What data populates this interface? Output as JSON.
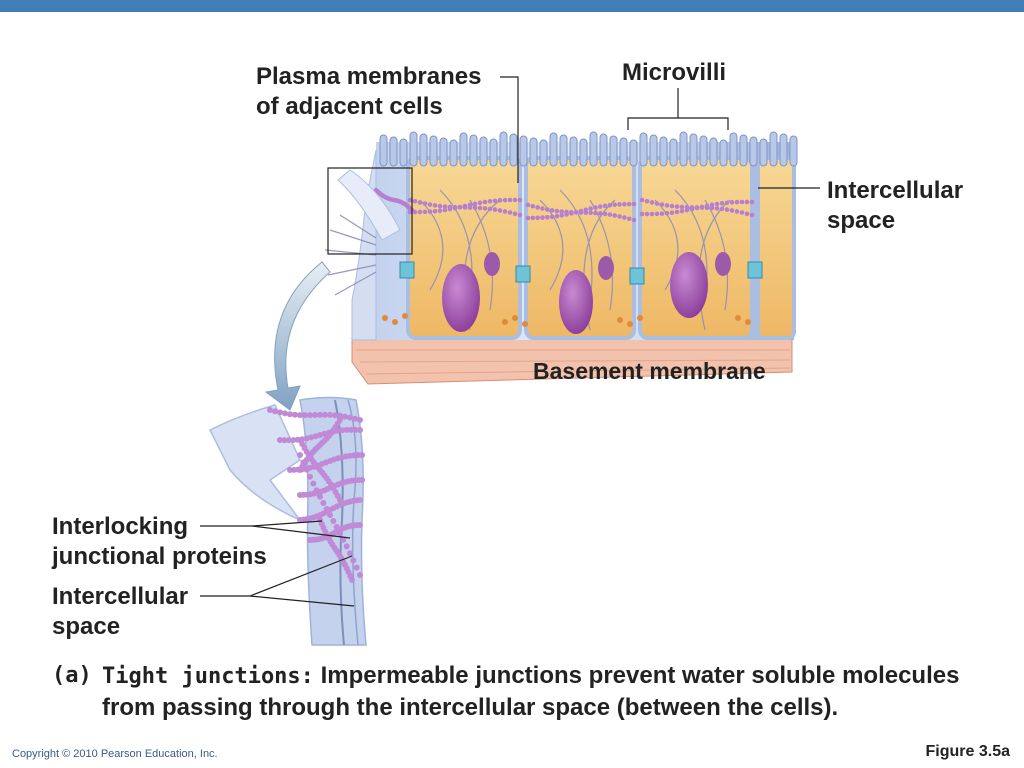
{
  "figure": {
    "labels": {
      "plasma_membranes": [
        "Plasma membranes",
        "of adjacent cells"
      ],
      "microvilli": "Microvilli",
      "intercellular_space_top": [
        "Intercellular",
        "space"
      ],
      "basement_membrane": "Basement membrane",
      "interlocking_proteins": [
        "Interlocking",
        "junctional proteins"
      ],
      "intercellular_space_bottom": [
        "Intercellular",
        "space"
      ]
    },
    "caption": {
      "letter": "(a)",
      "term": "Tight junctions:",
      "line1_rest": " Impermeable junctions prevent water soluble molecules",
      "line2": "from passing through the intercellular space (between the cells)."
    }
  },
  "footer": {
    "copyright": "Copyright © 2010 Pearson Education, Inc.",
    "figure_number": "Figure 3.5a"
  },
  "colors": {
    "header_bar": "#3f7fb5",
    "cell_cytoplasm": "#f3c979",
    "membrane": "#a9bee0",
    "nucleus": "#a54fb0",
    "junction_protein": "#b77fcf",
    "basement_membrane": "#f0b8a0"
  }
}
